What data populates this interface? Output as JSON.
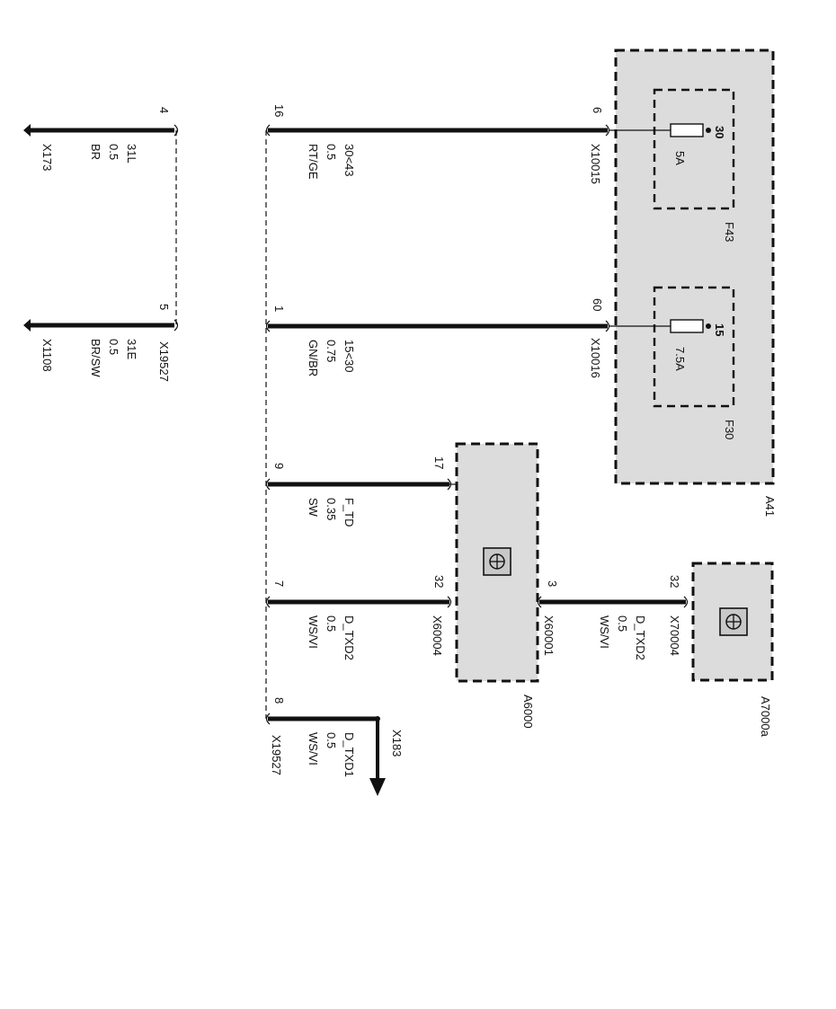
{
  "components": {
    "a41": {
      "label": "A41"
    },
    "f43": {
      "label": "F43",
      "pin": "30",
      "rating": "5A"
    },
    "f30": {
      "label": "F30",
      "pin": "15",
      "rating": "7.5A"
    },
    "a6000": {
      "label": "A6000"
    },
    "a7000a": {
      "label": "A7000a"
    }
  },
  "connectors": {
    "x10015": {
      "label": "X10015",
      "pin": "6"
    },
    "x10016": {
      "label": "X10016",
      "pin": "60"
    },
    "x60004": {
      "label": "X60004",
      "pin_a": "17",
      "pin_b": "32"
    },
    "x60001": {
      "label": "X60001",
      "pin": "3"
    },
    "x70004": {
      "label": "X70004",
      "pin": "32"
    },
    "x19527_upper": {
      "label": "X19527",
      "pin_16": "16",
      "pin_1": "1",
      "pin_9": "9",
      "pin_7": "7",
      "pin_8": "8"
    },
    "x19527_lower": {
      "label": "X19527",
      "pin_4": "4",
      "pin_5": "5"
    },
    "x183": {
      "label": "X183"
    },
    "x173": {
      "label": "X173"
    },
    "x1108": {
      "label": "X1108"
    }
  },
  "wires": {
    "w_30_43": {
      "signal": "30<43",
      "size": "0.5",
      "color": "RT/GE"
    },
    "w_15_30": {
      "signal": "15<30",
      "size": "0.75",
      "color": "GN/BR"
    },
    "w_f_td": {
      "signal": "F_TD",
      "size": "0.35",
      "color": "SW"
    },
    "w_d_txd2_a": {
      "signal": "D_TXD2",
      "size": "0.5",
      "color": "WS/VI"
    },
    "w_d_txd2_b": {
      "signal": "D_TXD2",
      "size": "0.5",
      "color": "WS/VI"
    },
    "w_d_txd1": {
      "signal": "D_TXD1",
      "size": "0.5",
      "color": "WS/VI"
    },
    "w_31l": {
      "signal": "31L",
      "size": "0.5",
      "color": "BR"
    },
    "w_31e": {
      "signal": "31E",
      "size": "0.5",
      "color": "BR/SW"
    }
  }
}
